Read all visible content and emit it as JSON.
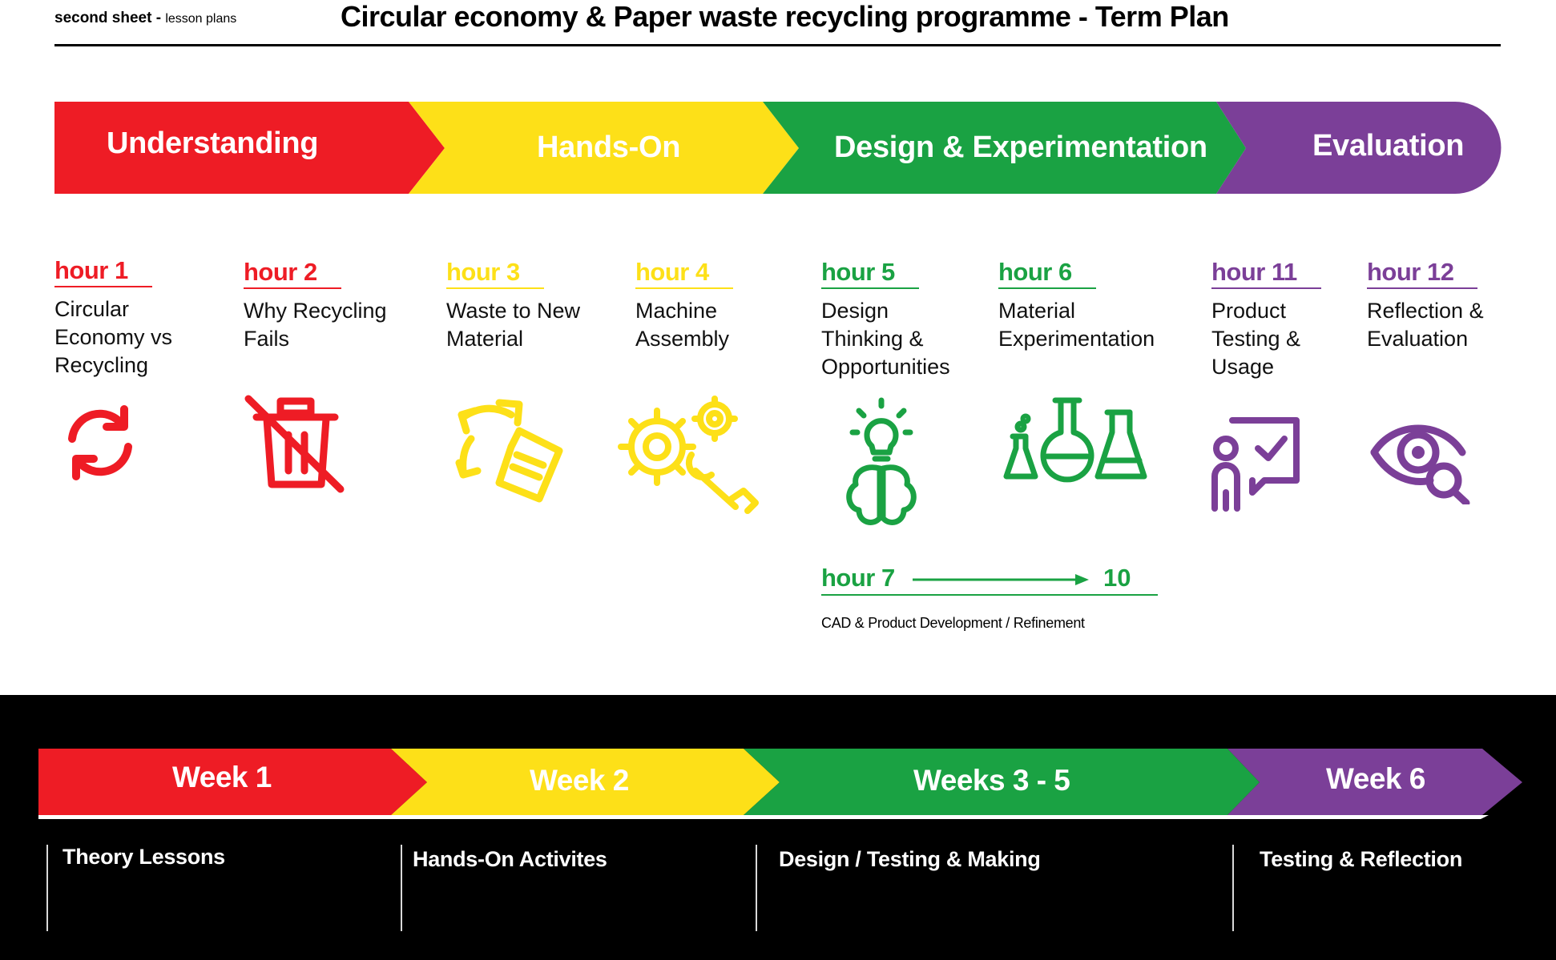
{
  "header": {
    "brand_bold": "second sheet -",
    "brand_sub": "lesson plans",
    "title": "Circular economy & Paper waste recycling programme - Term Plan"
  },
  "colors": {
    "red": "#ee1c25",
    "yellow": "#fde018",
    "green": "#1aa243",
    "purple": "#7b3f98",
    "black": "#000000"
  },
  "phases": [
    {
      "label": "Understanding",
      "color": "red"
    },
    {
      "label": "Hands-On",
      "color": "yellow"
    },
    {
      "label": "Design & Experimentation",
      "color": "green"
    },
    {
      "label": "Evaluation",
      "color": "purple"
    }
  ],
  "hours": [
    {
      "label": "hour 1",
      "title": "Circular Economy vs Recycling",
      "icon": "recycle-arrows-icon"
    },
    {
      "label": "hour 2",
      "title": "Why Recycling Fails",
      "icon": "crossed-trash-icon"
    },
    {
      "label": "hour 3",
      "title": "Waste to New Material",
      "icon": "paper-cycle-icon"
    },
    {
      "label": "hour 4",
      "title": "Machine Assembly",
      "icon": "gears-wrench-icon"
    },
    {
      "label": "hour 5",
      "title": "Design Thinking & Opportunities",
      "icon": "brain-lightbulb-icon"
    },
    {
      "label": "hour 6",
      "title": "Material Experimentation",
      "icon": "lab-flasks-icon"
    },
    {
      "label": "hour 11",
      "title": "Product Testing & Usage",
      "icon": "person-checklist-icon"
    },
    {
      "label": "hour 12",
      "title": "Reflection & Evaluation",
      "icon": "eye-magnifier-icon"
    }
  ],
  "hour_range": {
    "start_label": "hour 7",
    "end_label": "10",
    "description": "CAD & Product Development / Refinement"
  },
  "weeks": [
    {
      "label": "Week 1",
      "activity": "Theory Lessons",
      "color": "red"
    },
    {
      "label": "Week 2",
      "activity": "Hands-On Activites",
      "color": "yellow"
    },
    {
      "label": "Weeks 3 - 5",
      "activity": "Design / Testing & Making",
      "color": "green"
    },
    {
      "label": "Week 6",
      "activity": "Testing & Reflection",
      "color": "purple"
    }
  ]
}
